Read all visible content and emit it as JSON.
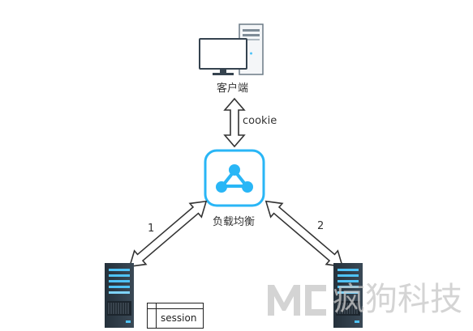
{
  "nodes": {
    "client": {
      "label": "客户端"
    },
    "load_balancer": {
      "label": "负载均衡"
    },
    "server_left": {
      "label": ""
    },
    "server_right": {
      "label": ""
    }
  },
  "edges": {
    "client_lb": {
      "label": "cookie"
    },
    "lb_left": {
      "label": "1"
    },
    "lb_right": {
      "label": "2"
    }
  },
  "session": {
    "label": "session"
  },
  "watermark": {
    "text": "疯狗科技",
    "logo_letters": "MC"
  },
  "colors": {
    "accent": "#29b6f6",
    "server_dark": "#2e3a45",
    "server_accent": "#4fc3f7",
    "arrow": "#333333"
  }
}
